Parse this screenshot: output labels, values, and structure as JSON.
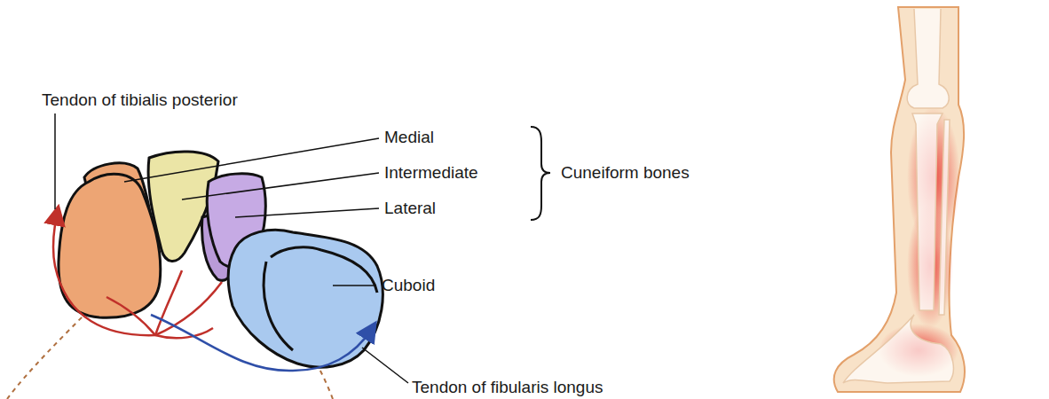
{
  "diagram": {
    "labels": [
      "Tendon of tibialis posterior",
      "Medial",
      "Intermediate",
      "Lateral",
      "Cuneiform bones",
      "Cuboid",
      "Tendon of fibularis longus"
    ]
  }
}
